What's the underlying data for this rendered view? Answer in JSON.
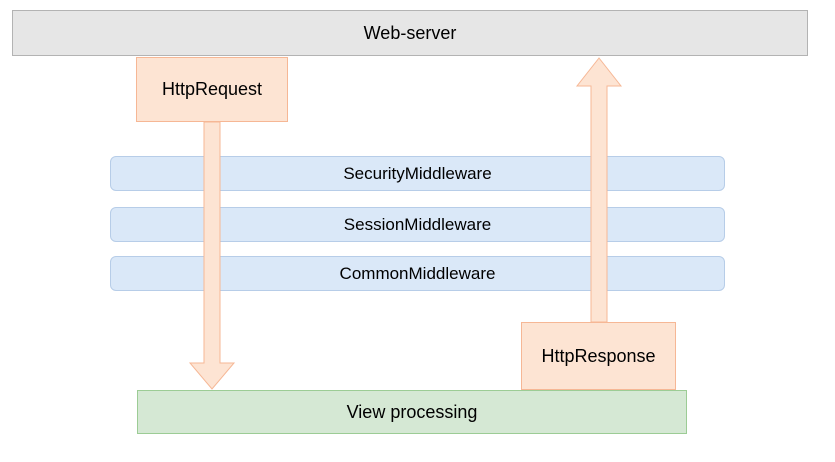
{
  "diagram": {
    "web_server": "Web-server",
    "http_request": "HttpRequest",
    "http_response": "HttpResponse",
    "middlewares": [
      "SecurityMiddleware",
      "SessionMiddleware",
      "CommonMiddleware"
    ],
    "view_processing": "View processing"
  },
  "colors": {
    "server_fill": "#e6e6e6",
    "middleware_fill": "#dae8f8",
    "view_fill": "#d5e8d4",
    "message_fill": "#fde4d3",
    "arrow_stroke": "#f6b795"
  }
}
